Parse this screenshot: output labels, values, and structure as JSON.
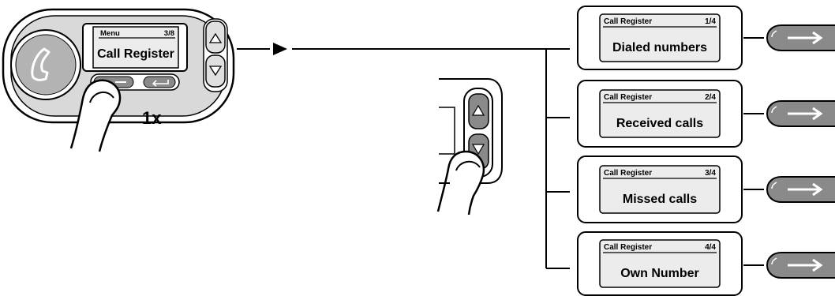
{
  "device": {
    "display_header": "Menu",
    "display_counter": "3/8",
    "display_title": "Call Register",
    "press_count": "1x"
  },
  "menu_items": [
    {
      "header": "Call Register",
      "counter": "1/4",
      "title": "Dialed numbers"
    },
    {
      "header": "Call Register",
      "counter": "2/4",
      "title": "Received calls"
    },
    {
      "header": "Call Register",
      "counter": "3/4",
      "title": "Missed calls"
    },
    {
      "header": "Call Register",
      "counter": "4/4",
      "title": "Own Number"
    }
  ],
  "icons": [
    "phone-icon",
    "up-arrow-icon",
    "down-arrow-icon",
    "enter-icon",
    "back-icon",
    "finger-press-icon",
    "flow-arrow-icon",
    "next-arrow-icon"
  ],
  "colors": {
    "device_gray": "#d9d9d9",
    "screen_gray": "#ececec",
    "button_dark": "#8a8a8a",
    "outline": "#000000"
  }
}
